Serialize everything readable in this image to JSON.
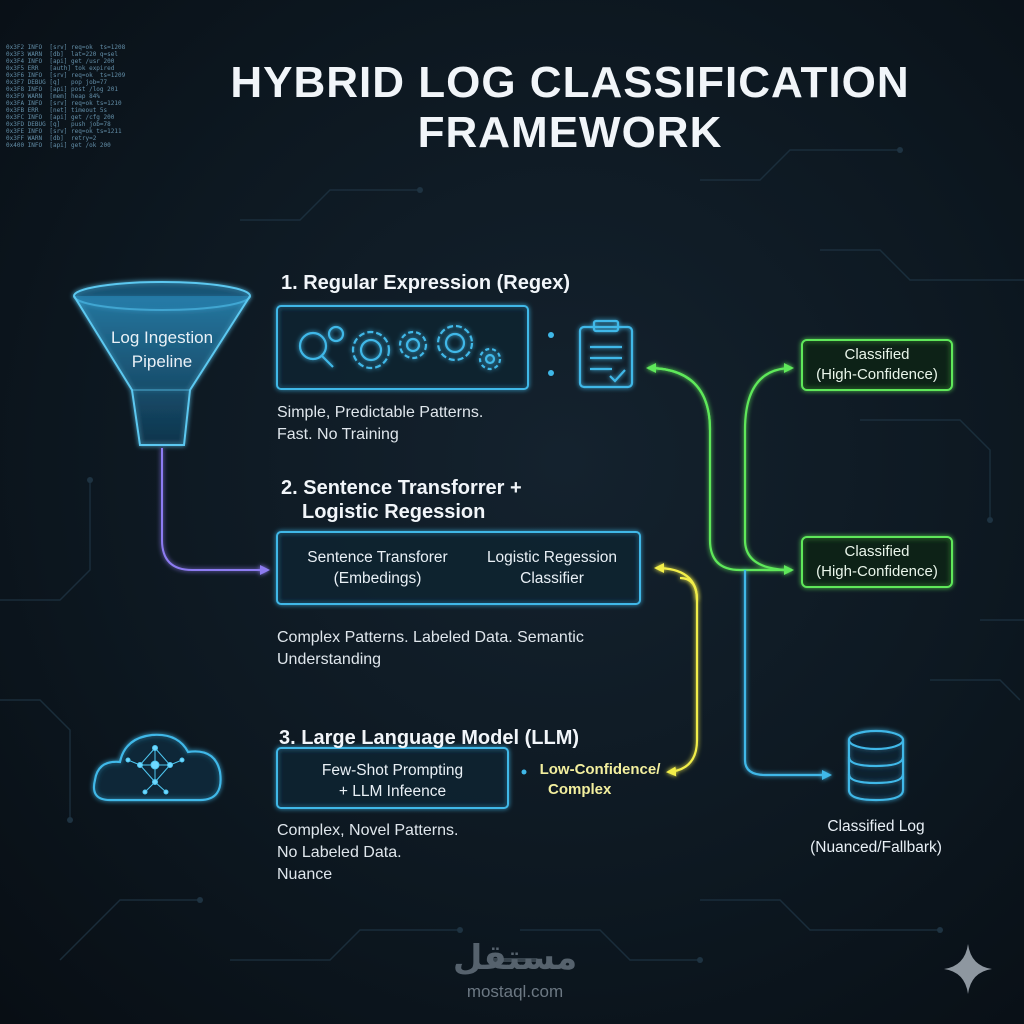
{
  "title": {
    "line1": "HYBRID LOG CLASSIFICATION",
    "line2": "FRAMEWORK"
  },
  "pipeline": {
    "label_line1": "Log Ingestion",
    "label_line2": "Pipeline"
  },
  "stage1": {
    "heading": "1. Regular Expression (Regex)",
    "desc_line1": "Simple, Predictable Patterns.",
    "desc_line2": "Fast. No Training"
  },
  "stage2": {
    "heading_line1": "2. Sentence Transforrer +",
    "heading_line2": "Logistic Regession",
    "left_line1": "Sentence Transforer",
    "left_line2": "(Embedings)",
    "right_line1": "Logistic Regession",
    "right_line2": "Classifier",
    "desc_line1": "Complex Patterns. Labeled Data. Semantic",
    "desc_line2": "Understanding"
  },
  "stage3": {
    "heading": "3. Large Language Model (LLM)",
    "box_line1": "Few-Shot Prompting",
    "box_line2": "+ LLM Infeence",
    "desc_line1": "Complex, Novel Patterns.",
    "desc_line2": "No Labeled Data.",
    "desc_line3": "Nuance"
  },
  "low_confidence": {
    "line1": "Low-Confidence/",
    "line2": "Complex"
  },
  "outputs": {
    "classified_1_line1": "Classified",
    "classified_1_line2": "(High-Confidence)",
    "classified_2_line1": "Classified",
    "classified_2_line2": "(High-Confidence)",
    "classified_log_line1": "Classified Log",
    "classified_log_line2": "(Nuanced/Fallbark)"
  },
  "watermark": {
    "arabic": "مستقل",
    "url": "mostaql.com"
  },
  "colors": {
    "cyan": "#3fb8e8",
    "green": "#5ee85a",
    "yellow": "#f2ee4a",
    "purple": "#8d7cf2"
  },
  "icons": [
    "funnel-icon",
    "magnifier-icon",
    "gear-icon",
    "clipboard-icon",
    "cloud-icon",
    "neural-network-icon",
    "database-icon",
    "sparkle-icon"
  ]
}
